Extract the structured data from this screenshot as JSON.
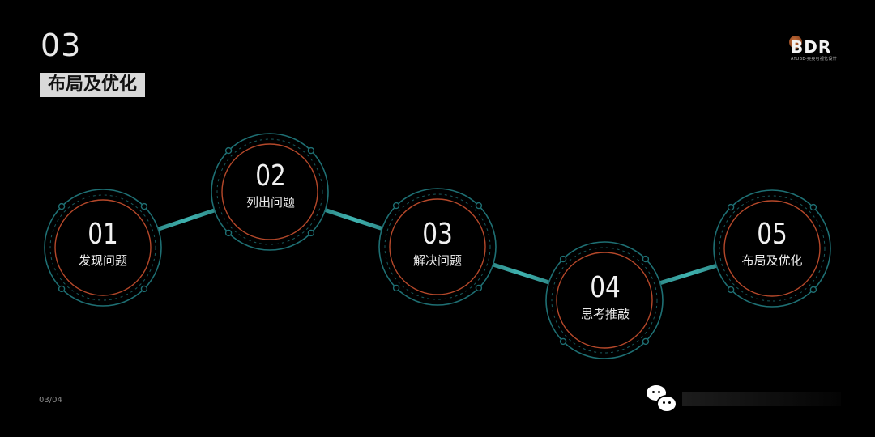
{
  "header": {
    "section_number": "03",
    "section_title": "布局及优化"
  },
  "logo": {
    "text": "BDR",
    "subtitle": "AYOBE-奥奥可视化设计"
  },
  "steps": [
    {
      "number": "01",
      "label": "发现问题"
    },
    {
      "number": "02",
      "label": "列出问题"
    },
    {
      "number": "03",
      "label": "解决问题"
    },
    {
      "number": "04",
      "label": "思考推敲"
    },
    {
      "number": "05",
      "label": "布局及优化"
    }
  ],
  "footer": {
    "page_indicator": "03/04"
  },
  "colors": {
    "background": "#000000",
    "teal_ring": "#1e6f73",
    "teal_connector": "#3fb3b0",
    "orange_ring": "#b5482a"
  },
  "icons": [
    "wechat-icon"
  ]
}
